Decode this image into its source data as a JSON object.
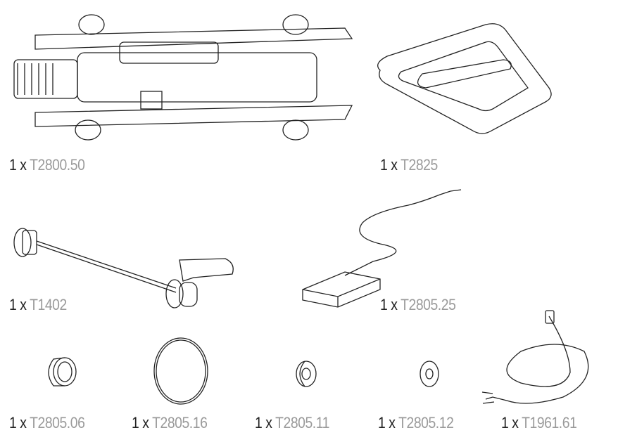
{
  "parts": [
    {
      "qty": "1 x",
      "code": "T2800.50"
    },
    {
      "qty": "1 x",
      "code": "T2825"
    },
    {
      "qty": "1 x",
      "code": "T1402"
    },
    {
      "qty": "1 x",
      "code": "T2805.25"
    },
    {
      "qty": "1 x",
      "code": "T2805.06"
    },
    {
      "qty": "1 x",
      "code": "T2805.16"
    },
    {
      "qty": "1 x",
      "code": "T2805.11"
    },
    {
      "qty": "1 x",
      "code": "T2805.12"
    },
    {
      "qty": "1 x",
      "code": "T1961.61"
    }
  ],
  "colors": {
    "qty": "#222222",
    "code": "#9a9a9a"
  }
}
